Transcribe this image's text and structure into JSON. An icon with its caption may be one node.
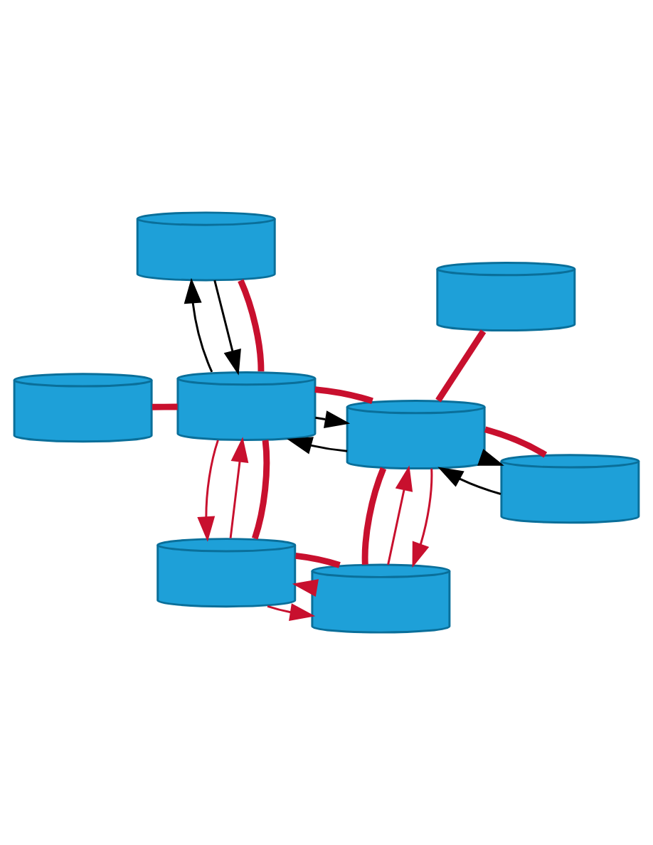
{
  "diagram": {
    "nodes": [
      {
        "text": [],
        "shape": "cylinder"
      },
      {
        "text": [],
        "shape": "cylinder"
      },
      {
        "text": [],
        "shape": "cylinder"
      },
      {
        "text": [],
        "shape": "cylinder"
      },
      {
        "text": [],
        "shape": "cylinder"
      },
      {
        "text": [],
        "shape": "cylinder"
      },
      {
        "text": [],
        "shape": "cylinder"
      },
      {
        "text": [],
        "shape": "cylinder"
      }
    ],
    "edges": [
      {
        "from": 0,
        "to": 3,
        "arrow": "none",
        "style": "thick"
      },
      {
        "from": 3,
        "to": 2,
        "arrow": "none",
        "style": "thick"
      },
      {
        "from": 5,
        "to": 3,
        "arrow": "none",
        "style": "thick"
      },
      {
        "from": 3,
        "to": 6,
        "arrow": "none",
        "style": "thick"
      },
      {
        "from": 6,
        "to": 7,
        "arrow": "none",
        "style": "thick"
      },
      {
        "from": 7,
        "to": 2,
        "arrow": "none",
        "style": "thick"
      },
      {
        "from": 2,
        "to": 1,
        "arrow": "none",
        "style": "thick"
      },
      {
        "from": 2,
        "to": 4,
        "arrow": "none",
        "style": "thick"
      },
      {
        "from": 5,
        "to": 3,
        "arrow": "to",
        "color": "#000000"
      },
      {
        "from": 3,
        "to": 5,
        "arrow": "to",
        "color": "#000000"
      },
      {
        "from": 3,
        "to": 2,
        "arrow": "to",
        "color": "#000000"
      },
      {
        "from": 2,
        "to": 3,
        "arrow": "to",
        "color": "#000000"
      },
      {
        "from": 2,
        "to": 1,
        "arrow": "to",
        "color": "#000000"
      },
      {
        "from": 1,
        "to": 2,
        "arrow": "to",
        "color": "#000000"
      },
      {
        "from": 3,
        "to": 6,
        "arrow": "to"
      },
      {
        "from": 6,
        "to": 3,
        "arrow": "to"
      },
      {
        "from": 6,
        "to": 7,
        "arrow": "to"
      },
      {
        "from": 7,
        "to": 6,
        "arrow": "to"
      },
      {
        "from": 7,
        "to": 2,
        "arrow": "to"
      },
      {
        "from": 2,
        "to": 7,
        "arrow": "to"
      }
    ]
  }
}
